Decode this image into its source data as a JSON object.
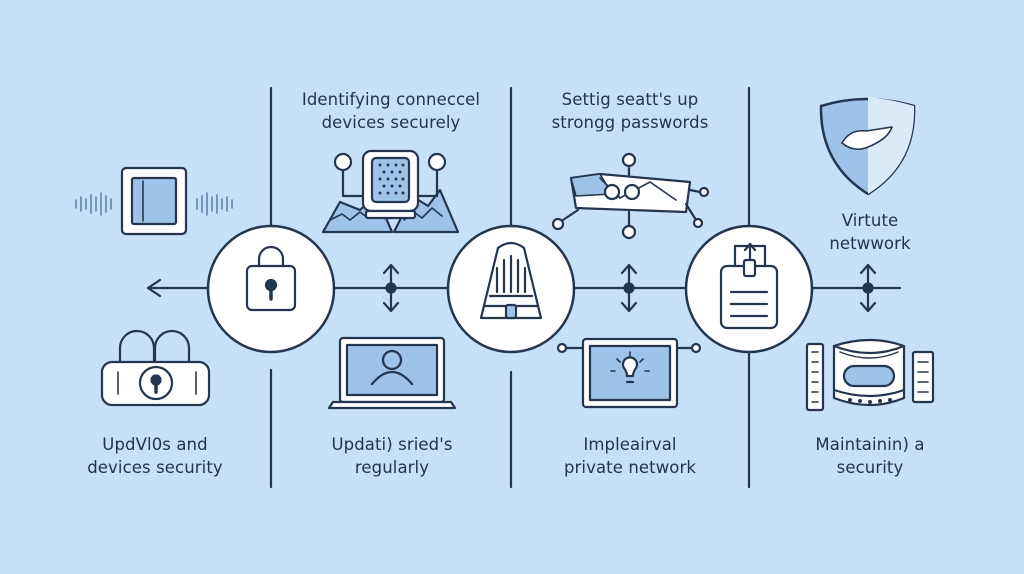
{
  "colors": {
    "background": "#c5e0f7",
    "stroke": "#24354f",
    "accent_fill": "#9fc3e8",
    "light_fill": "#d9eaf8",
    "white": "#ffffff"
  },
  "labels": {
    "top_1": {
      "line1": "Identifying conneccel",
      "line2": "devices securely"
    },
    "top_2": {
      "line1": "Settig seatt's up",
      "line2": "strongg passwords"
    },
    "right_upper": {
      "line1": "Virtute",
      "line2": "netwwork"
    },
    "bottom_1": {
      "line1": "UpdVl0s and",
      "line2": "devices security"
    },
    "bottom_2": {
      "line1": "Updati̇) sried's",
      "line2": "regularly"
    },
    "bottom_3": {
      "line1": "Impleairval",
      "line2": "private network"
    },
    "bottom_4": {
      "line1": "Maintainin) a",
      "line2": "security"
    }
  },
  "icons": {
    "left_top": "tablet-signal-icon",
    "left_bottom": "double-padlock-icon",
    "hub_1": "padlock-icon",
    "top_1": "server-mountain-icon",
    "bottom_2": "laptop-user-icon",
    "hub_2": "metronome-icon",
    "top_2": "network-node-diagram-icon",
    "bottom_3": "monitor-lightbulb-icon",
    "hub_3": "clipboard-lock-icon",
    "right_top": "shield-icon",
    "right_bottom": "database-server-icon"
  }
}
